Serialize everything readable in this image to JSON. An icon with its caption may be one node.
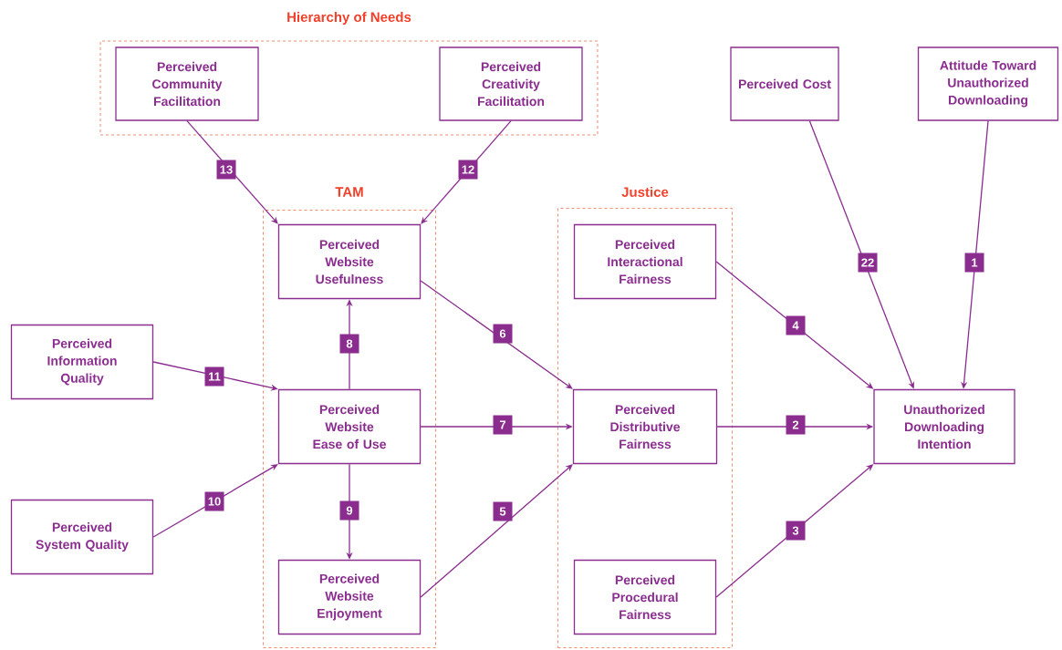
{
  "diagram": {
    "nodes": [
      {
        "text": [
          "Hierarchy of Needs"
        ]
      },
      {
        "text": [
          "Perceived Community Facilitation"
        ],
        "in": 0
      },
      {
        "text": [
          "Perceived Creativity Facilitation"
        ],
        "in": 0
      },
      {
        "text": [
          "Perceived Cost"
        ]
      },
      {
        "text": [
          "Attitude Toward Unauthorized Downloading"
        ]
      },
      {
        "text": [
          "TAM"
        ]
      },
      {
        "text": [
          "Perceived Website Usefulness"
        ],
        "in": 5
      },
      {
        "text": [
          "Perceived Website Ease of Use"
        ],
        "in": 5
      },
      {
        "text": [
          "Perceived Website Enjoyment"
        ],
        "in": 5
      },
      {
        "text": [
          "Justice"
        ]
      },
      {
        "text": [
          "Perceived Interactional Fairness"
        ],
        "in": 9
      },
      {
        "text": [
          "Perceived Distributive Fairness"
        ],
        "in": 9
      },
      {
        "text": [
          "Perceived Procedural Fairness"
        ],
        "in": 9
      },
      {
        "text": [
          "Perceived Information Quality"
        ]
      },
      {
        "text": [
          "Perceived System Quality"
        ]
      },
      {
        "text": [
          "Unauthorized Downloading Intention"
        ]
      }
    ],
    "edges": [
      {
        "from": 1,
        "to": 6,
        "arrow": "to",
        "label": "13"
      },
      {
        "from": 2,
        "to": 6,
        "arrow": "to",
        "label": "12"
      },
      {
        "from": 3,
        "to": 15,
        "arrow": "to",
        "label": "22"
      },
      {
        "from": 4,
        "to": 15,
        "arrow": "to",
        "label": "1"
      },
      {
        "from": 6,
        "to": 11,
        "arrow": "to",
        "label": "6"
      },
      {
        "from": 10,
        "to": 15,
        "arrow": "to",
        "label": "4"
      },
      {
        "from": 13,
        "to": 7,
        "arrow": "to",
        "label": "11"
      },
      {
        "from": 7,
        "to": 6,
        "arrow": "to",
        "label": "8"
      },
      {
        "from": 7,
        "to": 11,
        "arrow": "to",
        "label": "7"
      },
      {
        "from": 11,
        "to": 15,
        "arrow": "to",
        "label": "2"
      },
      {
        "from": 7,
        "to": 8,
        "arrow": "to",
        "label": "9"
      },
      {
        "from": 14,
        "to": 7,
        "arrow": "to",
        "label": "10"
      },
      {
        "from": 8,
        "to": 11,
        "arrow": "to",
        "label": "5"
      },
      {
        "from": 12,
        "to": 15,
        "arrow": "to",
        "label": "3"
      }
    ]
  }
}
